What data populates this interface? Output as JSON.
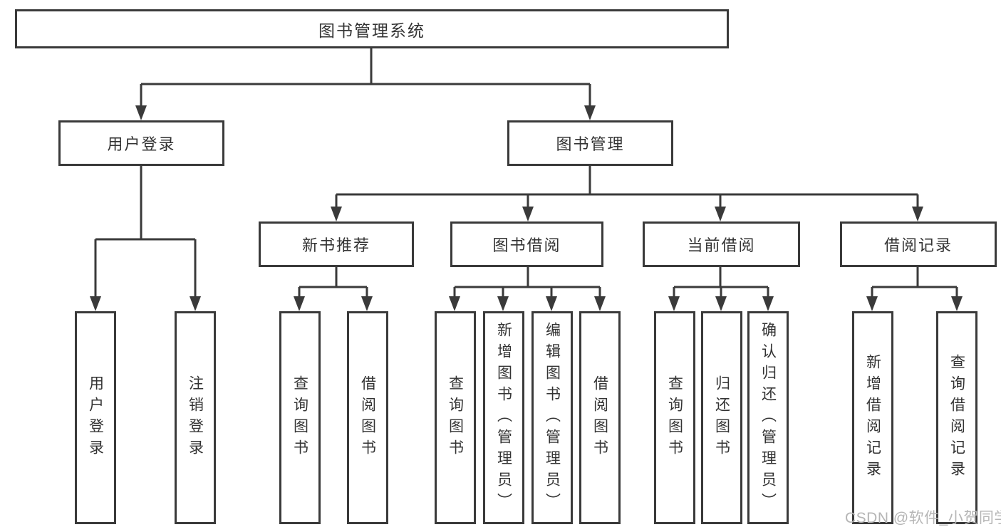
{
  "colors": {
    "line": "#3a3a3a",
    "text": "#333333",
    "watermark": "#b5b5b5",
    "background": "#ffffff"
  },
  "tree": {
    "root": "图书管理系统",
    "branches": [
      {
        "label": "用户登录",
        "children": [
          "用户登录",
          "注销登录"
        ]
      },
      {
        "label": "图书管理",
        "groups": [
          {
            "label": "新书推荐",
            "children": [
              "查询图书",
              "借阅图书"
            ]
          },
          {
            "label": "图书借阅",
            "children": [
              "查询图书",
              "新增图书（管理员）",
              "编辑图书（管理员）",
              "借阅图书"
            ]
          },
          {
            "label": "当前借阅",
            "children": [
              "查询图书",
              "归还图书",
              "确认归还（管理员）"
            ]
          },
          {
            "label": "借阅记录",
            "children": [
              "新增借阅记录",
              "查询借阅记录"
            ]
          }
        ]
      }
    ]
  },
  "watermark": {
    "text": "CSDN @软件_小贺同学"
  }
}
